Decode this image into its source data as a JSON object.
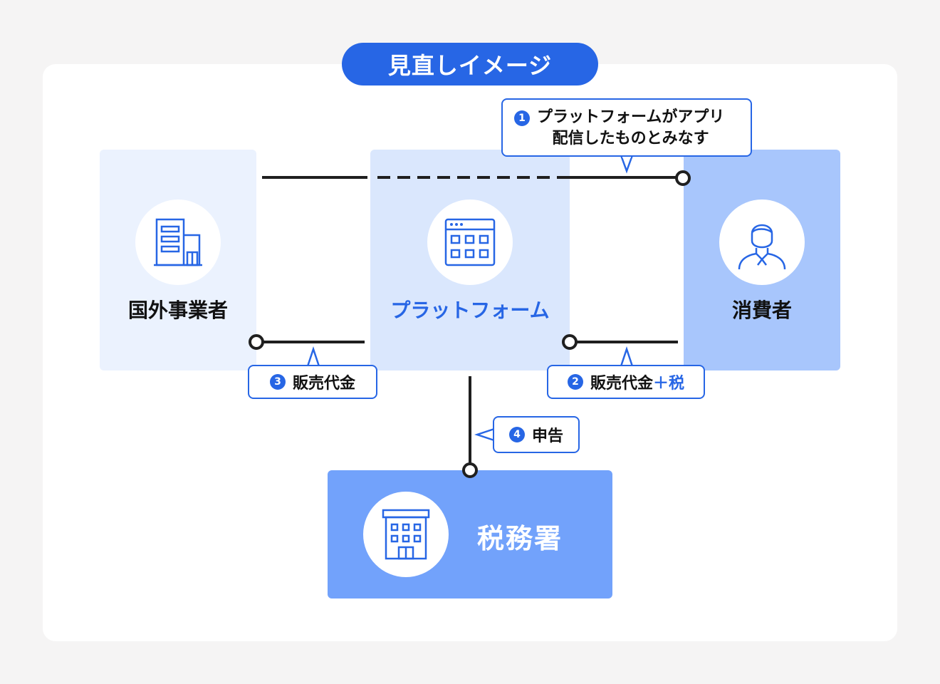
{
  "title": "見直しイメージ",
  "nodes": {
    "overseas": {
      "label": "国外事業者",
      "icon": "building-icon"
    },
    "platform": {
      "label": "プラットフォーム",
      "icon": "app-window-icon"
    },
    "consumer": {
      "label": "消費者",
      "icon": "person-icon"
    },
    "tax_office": {
      "label": "税務署",
      "icon": "office-building-icon"
    }
  },
  "callouts": [
    {
      "num": "1",
      "text_line1": "プラットフォームがアプリ",
      "text_line2": "配信したものとみなす"
    },
    {
      "num": "2",
      "text": "販売代金",
      "suffix": "＋税"
    },
    {
      "num": "3",
      "text": "販売代金"
    },
    {
      "num": "4",
      "text": "申告"
    }
  ],
  "colors": {
    "accent": "#2766e5",
    "overseas_bg": "#ebf2fe",
    "platform_bg": "#dae7fd",
    "consumer_bg": "#a8c6fc",
    "tax_bg": "#72a2fb",
    "line": "#1f1f1f"
  }
}
